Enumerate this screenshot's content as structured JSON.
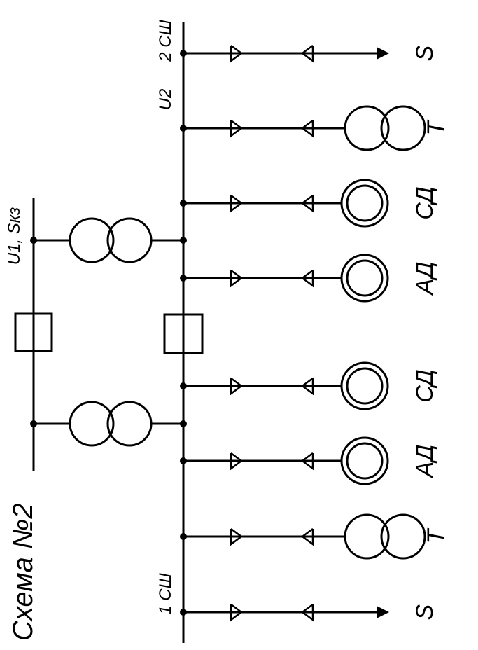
{
  "title": "Схема №2",
  "supply_label": "U1, Sкз",
  "bus1_label": "1 СШ",
  "bus2_label": "2 СШ",
  "bus2_voltage_label": "U2",
  "bus1_branches": [
    {
      "kind": "source",
      "label": "S"
    },
    {
      "kind": "transformer",
      "label": "T"
    },
    {
      "kind": "motor",
      "label": "АД"
    },
    {
      "kind": "motor",
      "label": "СД"
    }
  ],
  "bus2_branches": [
    {
      "kind": "motor",
      "label": "АД"
    },
    {
      "kind": "motor",
      "label": "СД"
    },
    {
      "kind": "transformer",
      "label": "T"
    },
    {
      "kind": "source",
      "label": "S"
    }
  ]
}
